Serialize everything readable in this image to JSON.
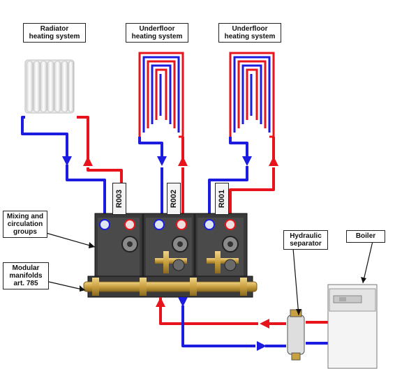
{
  "labels": {
    "radiator": [
      "Radiator",
      "heating system"
    ],
    "underfloor1": [
      "Underfloor",
      "heating system"
    ],
    "underfloor2": [
      "Underfloor",
      "heating system"
    ],
    "mixing": [
      "Mixing and",
      "circulation",
      "groups"
    ],
    "manifolds": [
      "Modular",
      "manifolds",
      "art. 785"
    ],
    "separator": [
      "Hydraulic",
      "separator"
    ],
    "boiler": [
      "Boiler"
    ]
  },
  "group_codes": [
    "R003",
    "R002",
    "R001"
  ],
  "colors": {
    "flow_hot": "#e8141c",
    "flow_cold": "#1c1ce0",
    "cabinet": "#3a3a3a",
    "brass": "#c9a040"
  }
}
